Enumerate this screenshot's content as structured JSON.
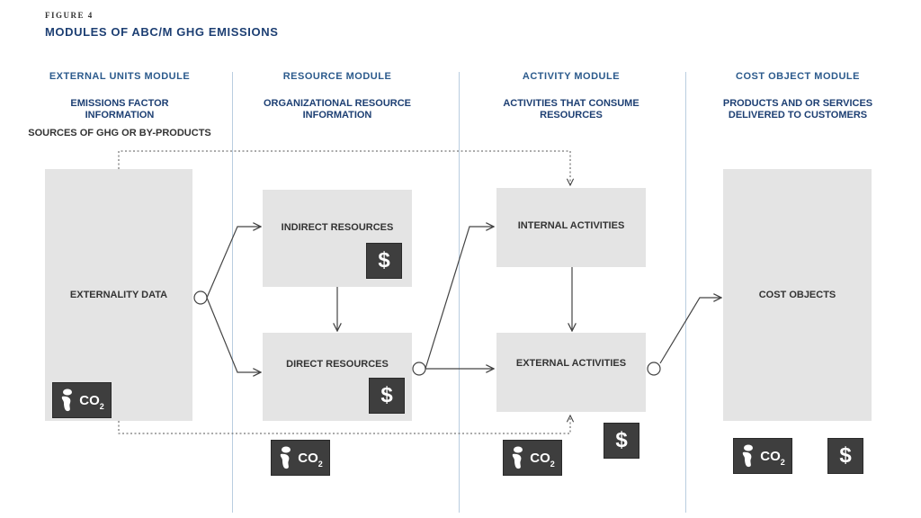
{
  "figure": {
    "label": "FIGURE 4",
    "title": "MODULES OF ABC/M GHG EMISSIONS"
  },
  "columns": [
    {
      "header": "EXTERNAL UNITS MODULE",
      "sub_line1": "EMISSIONS FACTOR",
      "sub_line2": "INFORMATION",
      "sub_extra": "SOURCES OF GHG OR BY-PRODUCTS"
    },
    {
      "header": "RESOURCE MODULE",
      "sub_line1": "ORGANIZATIONAL RESOURCE",
      "sub_line2": "INFORMATION"
    },
    {
      "header": "ACTIVITY MODULE",
      "sub_line1": "ACTIVITIES THAT CONSUME",
      "sub_line2": "RESOURCES"
    },
    {
      "header": "COST OBJECT MODULE",
      "sub_line1": "PRODUCTS AND OR SERVICES",
      "sub_line2": "DELIVERED TO CUSTOMERS"
    }
  ],
  "boxes": {
    "externality": "EXTERNALITY DATA",
    "indirect": "INDIRECT RESOURCES",
    "direct": "DIRECT RESOURCES",
    "internal": "INTERNAL ACTIVITIES",
    "external": "EXTERNAL ACTIVITIES",
    "cost_objects": "COST OBJECTS"
  },
  "icons": {
    "dollar_symbol": "$",
    "co2_main": "CO",
    "co2_sub": "2",
    "footprint": "footprint-icon",
    "dollar": "dollar-icon"
  },
  "colors": {
    "title": "#1d3f73",
    "header": "#2b5a8c",
    "box": "#e4e4e4",
    "icon_bg": "#3e3e3e",
    "divider": "#b9cde0"
  }
}
